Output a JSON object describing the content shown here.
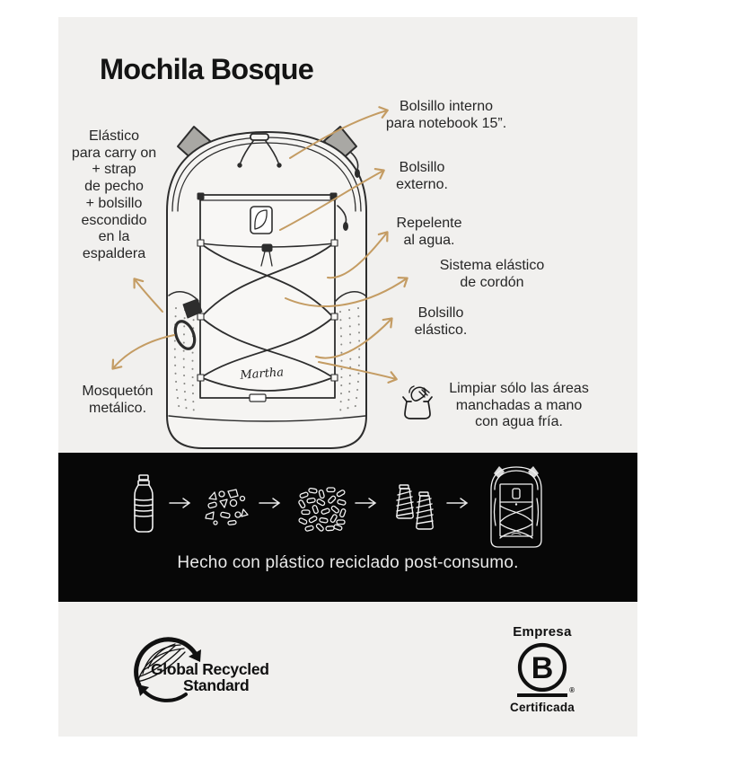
{
  "page": {
    "title": "Mochila Bosque"
  },
  "product": {
    "brand_script": "Martha"
  },
  "callouts": {
    "left_top": {
      "label": "Elástico\npara carry on\n+ strap\nde pecho\n+ bolsillo\nescondido\nen la\nespaldera"
    },
    "left_bottom": {
      "label": "Mosquetón\nmetálico."
    },
    "right": [
      {
        "label": "Bolsillo interno\npara notebook 15”."
      },
      {
        "label": "Bolsillo\nexterno."
      },
      {
        "label": "Repelente\nal agua."
      },
      {
        "label": "Sistema elástico\nde cordón"
      },
      {
        "label": "Bolsillo\nelástico."
      },
      {
        "label": "Limpiar sólo las áreas\nmanchadas a mano\ncon agua fría."
      }
    ]
  },
  "recycle_band": {
    "caption": "Hecho con plástico reciclado post-consumo.",
    "steps": [
      "plastic-bottle",
      "plastic-flakes",
      "plastic-pellets",
      "thread-spools",
      "backpack"
    ]
  },
  "certifications": {
    "grs": {
      "line1": "Global Recycled",
      "line2": "Standard"
    },
    "bcorp": {
      "top": "Empresa",
      "letter": "B",
      "bottom": "Certificada",
      "registered": "®"
    }
  },
  "colors": {
    "canvas_bg": "#f1f0ee",
    "band_bg": "#070707",
    "arrow": "#c49c63",
    "ink": "#242424"
  }
}
